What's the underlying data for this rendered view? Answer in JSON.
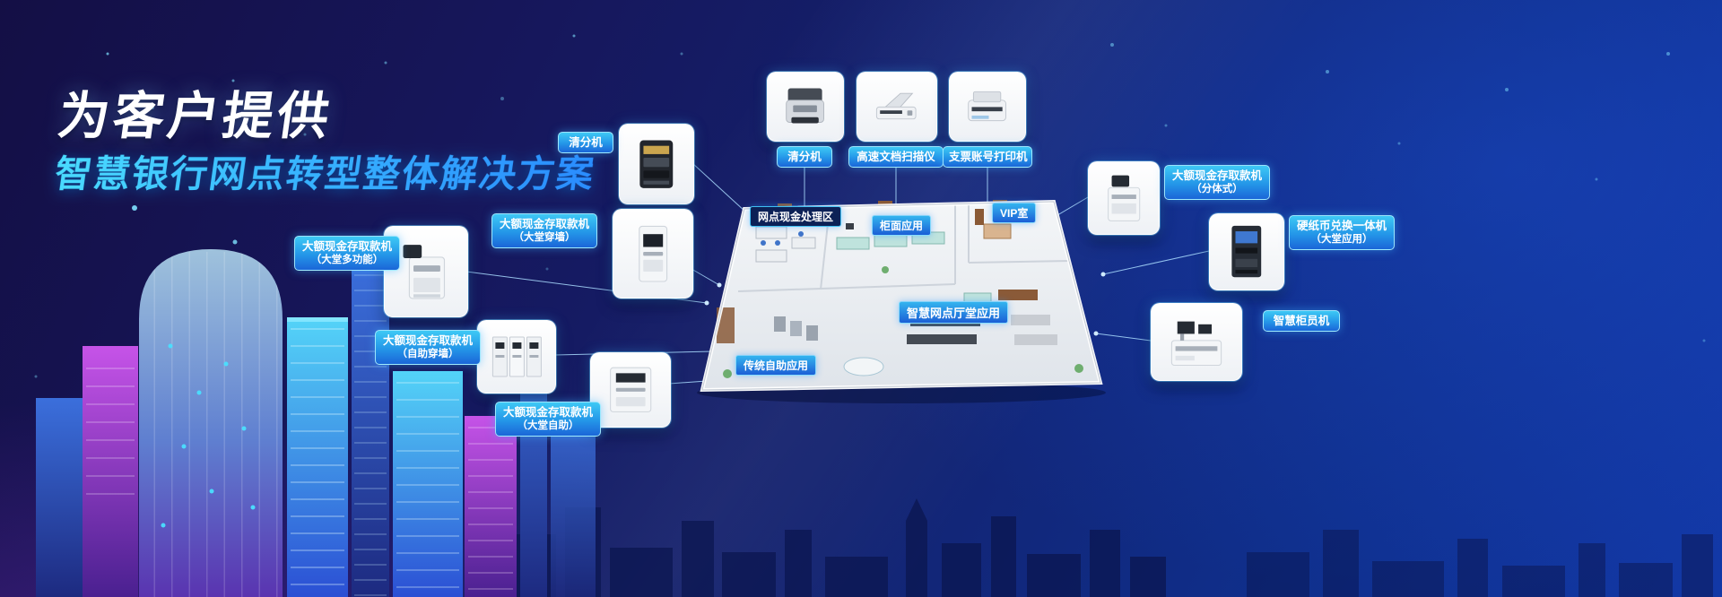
{
  "title": {
    "line1": "为客户提供",
    "line2": "智慧银行网点转型整体解决方案"
  },
  "products": {
    "sorter_left": {
      "label": "清分机",
      "image": "note-sorter-image"
    },
    "kiosk_wall_lobby": {
      "label": "大额现金存取款机",
      "sub": "（大堂穿墙）",
      "image": "cash-kiosk-image"
    },
    "multi_function": {
      "label": "大额现金存取款机",
      "sub": "（大堂多功能）",
      "image": "multi-function-machine-image"
    },
    "self_wall": {
      "label": "大额现金存取款机",
      "sub": "（自助穿墙）",
      "image": "wall-units-image"
    },
    "lobby_self": {
      "label": "大额现金存取款机",
      "sub": "（大堂自助）",
      "image": "lobby-self-machine-image"
    },
    "sorter_top": {
      "label": "清分机",
      "image": "currency-counter-image"
    },
    "doc_scanner": {
      "label": "高速文档扫描仪",
      "image": "document-scanner-image"
    },
    "check_printer": {
      "label": "支票账号打印机",
      "image": "check-printer-image"
    },
    "split_type": {
      "label": "大额现金存取款机",
      "sub": "（分体式）",
      "image": "split-type-machine-image"
    },
    "coin_exchange": {
      "label": "硬纸币兑换一体机",
      "sub": "（大堂应用）",
      "image": "coin-exchange-atm-image"
    },
    "smart_teller": {
      "label": "智慧柜员机",
      "image": "smart-teller-machine-image"
    }
  },
  "floorplan": {
    "cash_area": "网点现金处理区",
    "counter_area": "柜面应用",
    "vip_room": "VIP室",
    "hall_area": "智慧网点厅堂应用",
    "self_service_area": "传统自助应用"
  },
  "colors": {
    "accent_cyan": "#3ec9f5",
    "accent_blue": "#1b66d8",
    "background_navy": "#141150",
    "title_gradient_start": "#4adcff",
    "title_gradient_end": "#2a8cff"
  }
}
